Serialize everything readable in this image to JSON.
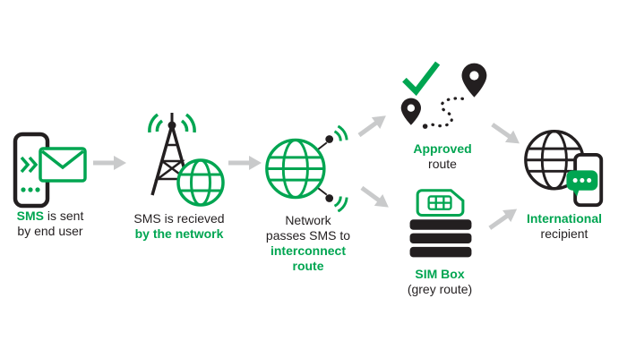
{
  "colors": {
    "green": "#00A551",
    "dark": "#231F20",
    "arrow_grey": "#C9CACB"
  },
  "nodes": {
    "sender": {
      "label_green": "SMS",
      "label_rest": " is sent",
      "line2": "by end user"
    },
    "network": {
      "line1": "SMS is recieved",
      "line2_green": "by the network"
    },
    "interconnect": {
      "line1": "Network",
      "line2": "passes SMS to",
      "line3_green": "interconnect",
      "line4_green": "route"
    },
    "approved": {
      "line1_green": "Approved",
      "line2": "route"
    },
    "simbox": {
      "line1_green": "SIM Box",
      "line2": "(grey route)"
    },
    "recipient": {
      "line1_green": "International",
      "line2": "recipient"
    }
  },
  "icons": {
    "sender": "phone-sms-icon",
    "network": "radio-tower-globe-icon",
    "interconnect": "globe-signal-icon",
    "approved": "check-map-route-icon",
    "simbox": "sim-stack-icon",
    "recipient": "globe-phone-chat-icon",
    "flow": "arrow-icon"
  }
}
